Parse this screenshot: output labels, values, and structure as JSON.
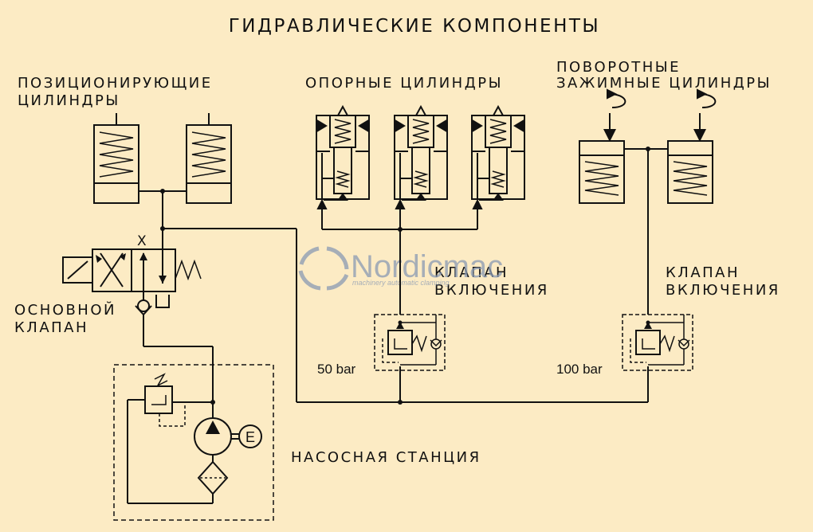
{
  "title": "ГИДРАВЛИЧЕСКИЕ КОМПОНЕНТЫ",
  "labels": {
    "positioning_line1": "ПОЗИЦИОНИРУЮЩИЕ",
    "positioning_line2": "ЦИЛИНДРЫ",
    "support": "ОПОРНЫЕ ЦИЛИНДРЫ",
    "rotary_line1": "ПОВОРОТНЫЕ",
    "rotary_line2": "ЗАЖИМНЫЕ ЦИЛИНДРЫ",
    "main_valve_line1": "ОСНОВНОЙ",
    "main_valve_line2": "КЛАПАН",
    "seq_valve1_line1": "КЛАПАН",
    "seq_valve1_line2": "ВКЛЮЧЕНИЯ",
    "seq_valve2_line1": "КЛАПАН",
    "seq_valve2_line2": "ВКЛЮЧЕНИЯ",
    "pressure1": "50 bar",
    "pressure2": "100 bar",
    "pump_station": "НАСОСНАЯ СТАНЦИЯ",
    "port_x": "X",
    "motor": "E"
  },
  "watermark": {
    "brand": "Nordicmac",
    "tagline": "machinery automatic clamping"
  },
  "colors": {
    "background": "#fcebc4",
    "line": "#111111",
    "watermark": "#8a9ab3"
  }
}
